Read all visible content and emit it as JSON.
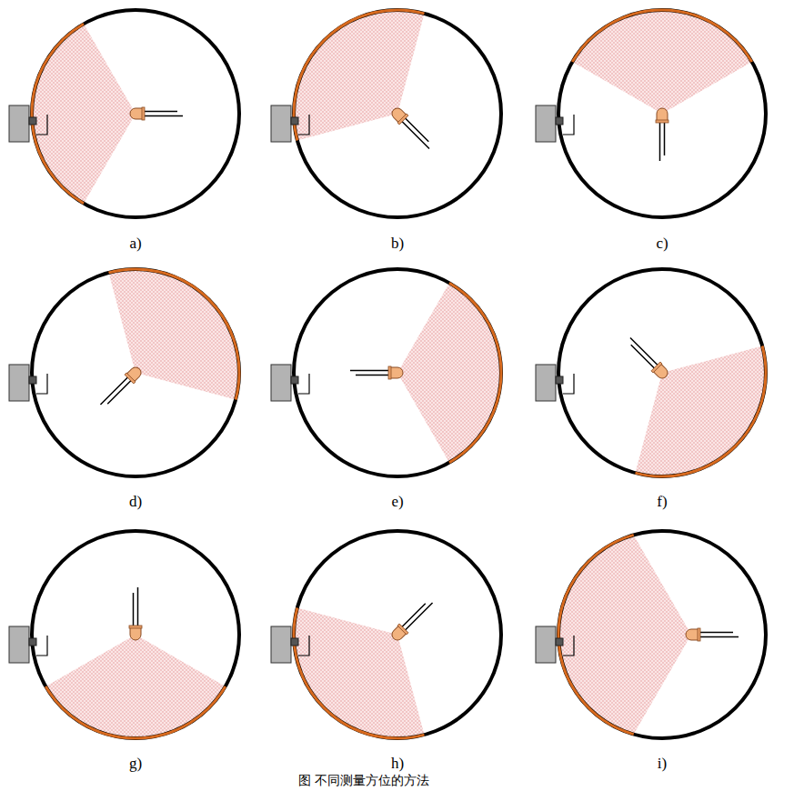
{
  "diagram": {
    "caption": "图 不同测量方位的方法",
    "labels": [
      "a)",
      "b)",
      "c)",
      "d)",
      "e)",
      "f)",
      "g)",
      "h)",
      "i)"
    ]
  }
}
